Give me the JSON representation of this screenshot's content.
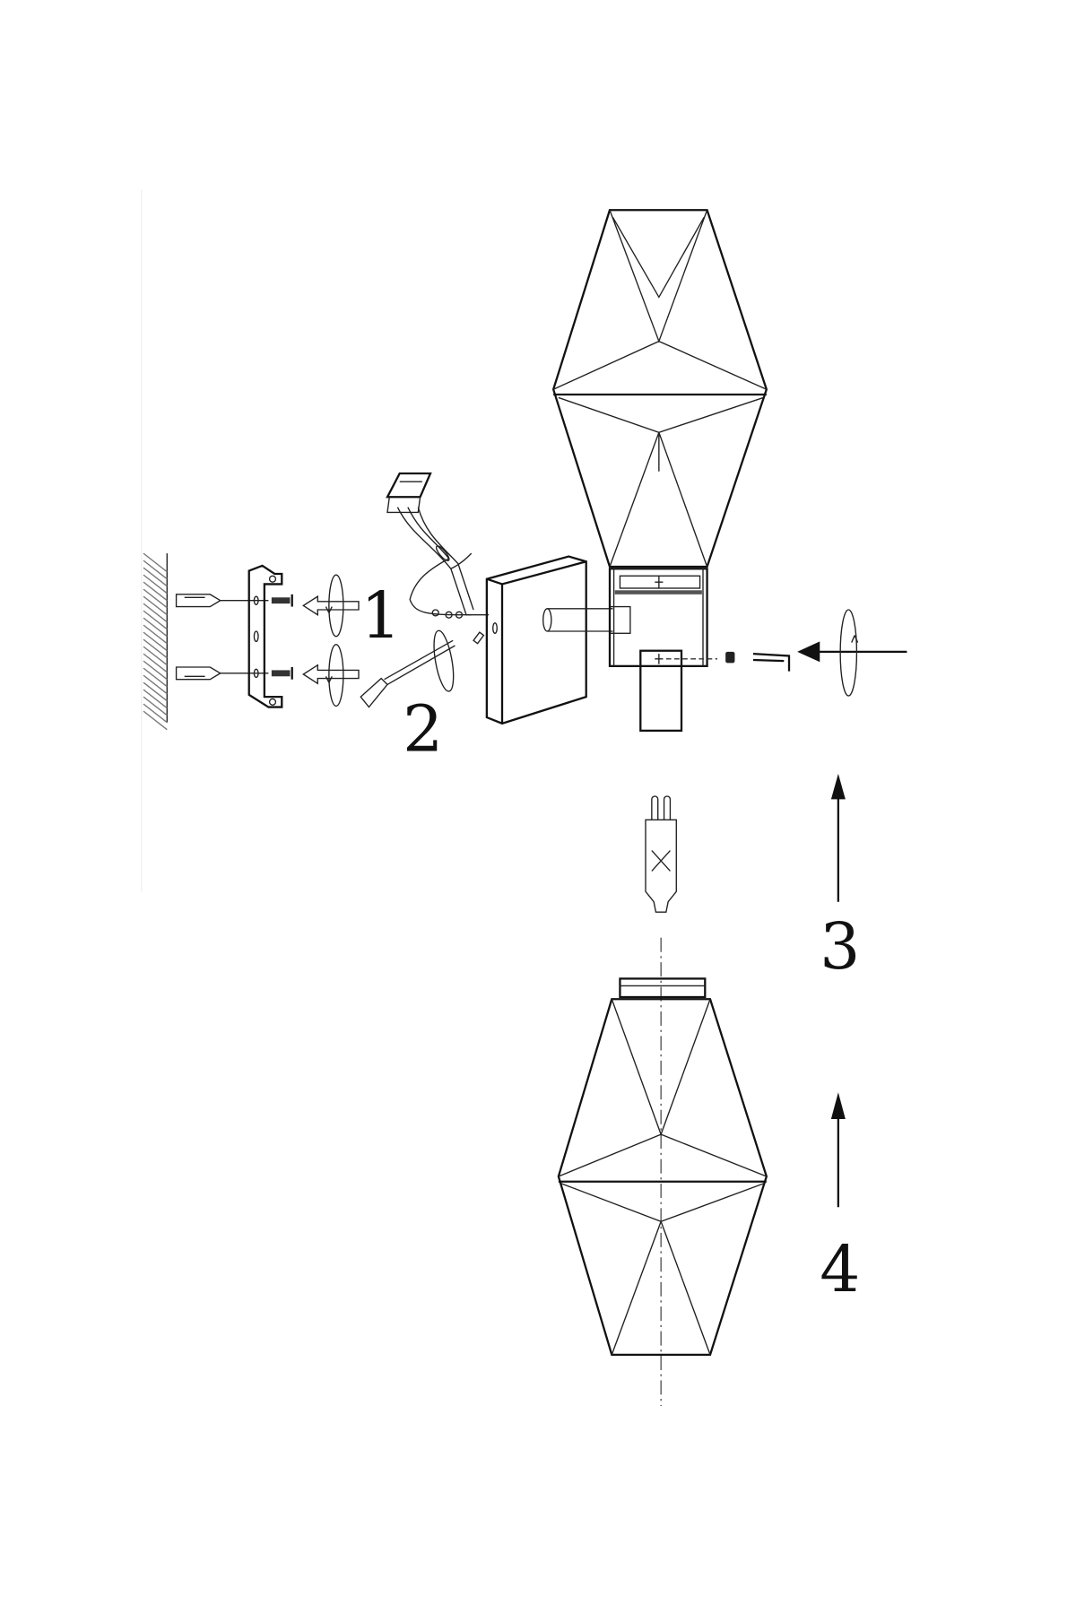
{
  "diagram": {
    "type": "assembly-instructions",
    "steps": [
      {
        "label": "1"
      },
      {
        "label": "2"
      },
      {
        "label": "3"
      },
      {
        "label": "4"
      }
    ],
    "colors": {
      "line": "#111111",
      "background": "#ffffff",
      "wall_hatch": "#777777"
    }
  }
}
